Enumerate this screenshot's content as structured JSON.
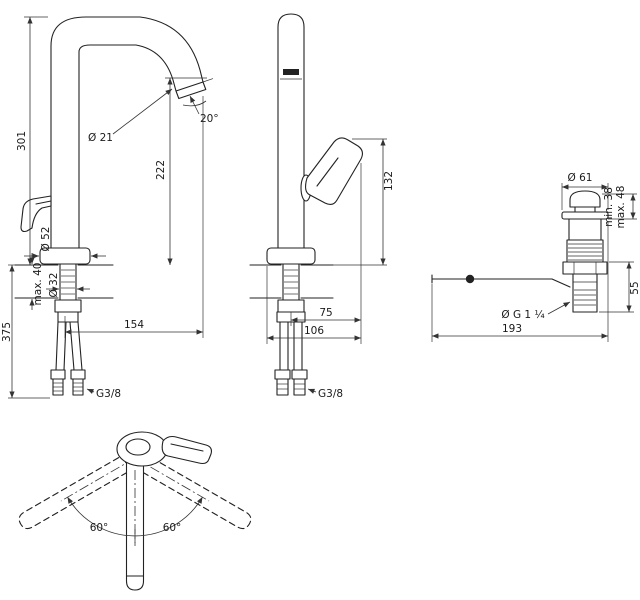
{
  "meta": {
    "background": "#ffffff",
    "line_color": "#222222"
  },
  "views": {
    "side": {
      "height_total": "301",
      "spout_height": "222",
      "spout_diameter": "Ø 21",
      "spout_angle": "20°",
      "base_diameter": "Ø 52",
      "hole_diameter": "Ø 32",
      "deck_thickness": "max. 40",
      "install_height": "375",
      "spout_reach": "154",
      "connection_thread": "G3/8"
    },
    "front": {
      "handle_height": "132",
      "handle_offset": "75",
      "handle_reach": "106",
      "connection_thread": "G3/8"
    },
    "drain": {
      "flange_diameter": "Ø 61",
      "min_depth": "min. 38",
      "max_depth": "max. 48",
      "body_height": "55",
      "thread": "Ø G 1 ¼",
      "rod_length": "193"
    },
    "swivel": {
      "angle_left": "60°",
      "angle_right": "60°"
    }
  }
}
